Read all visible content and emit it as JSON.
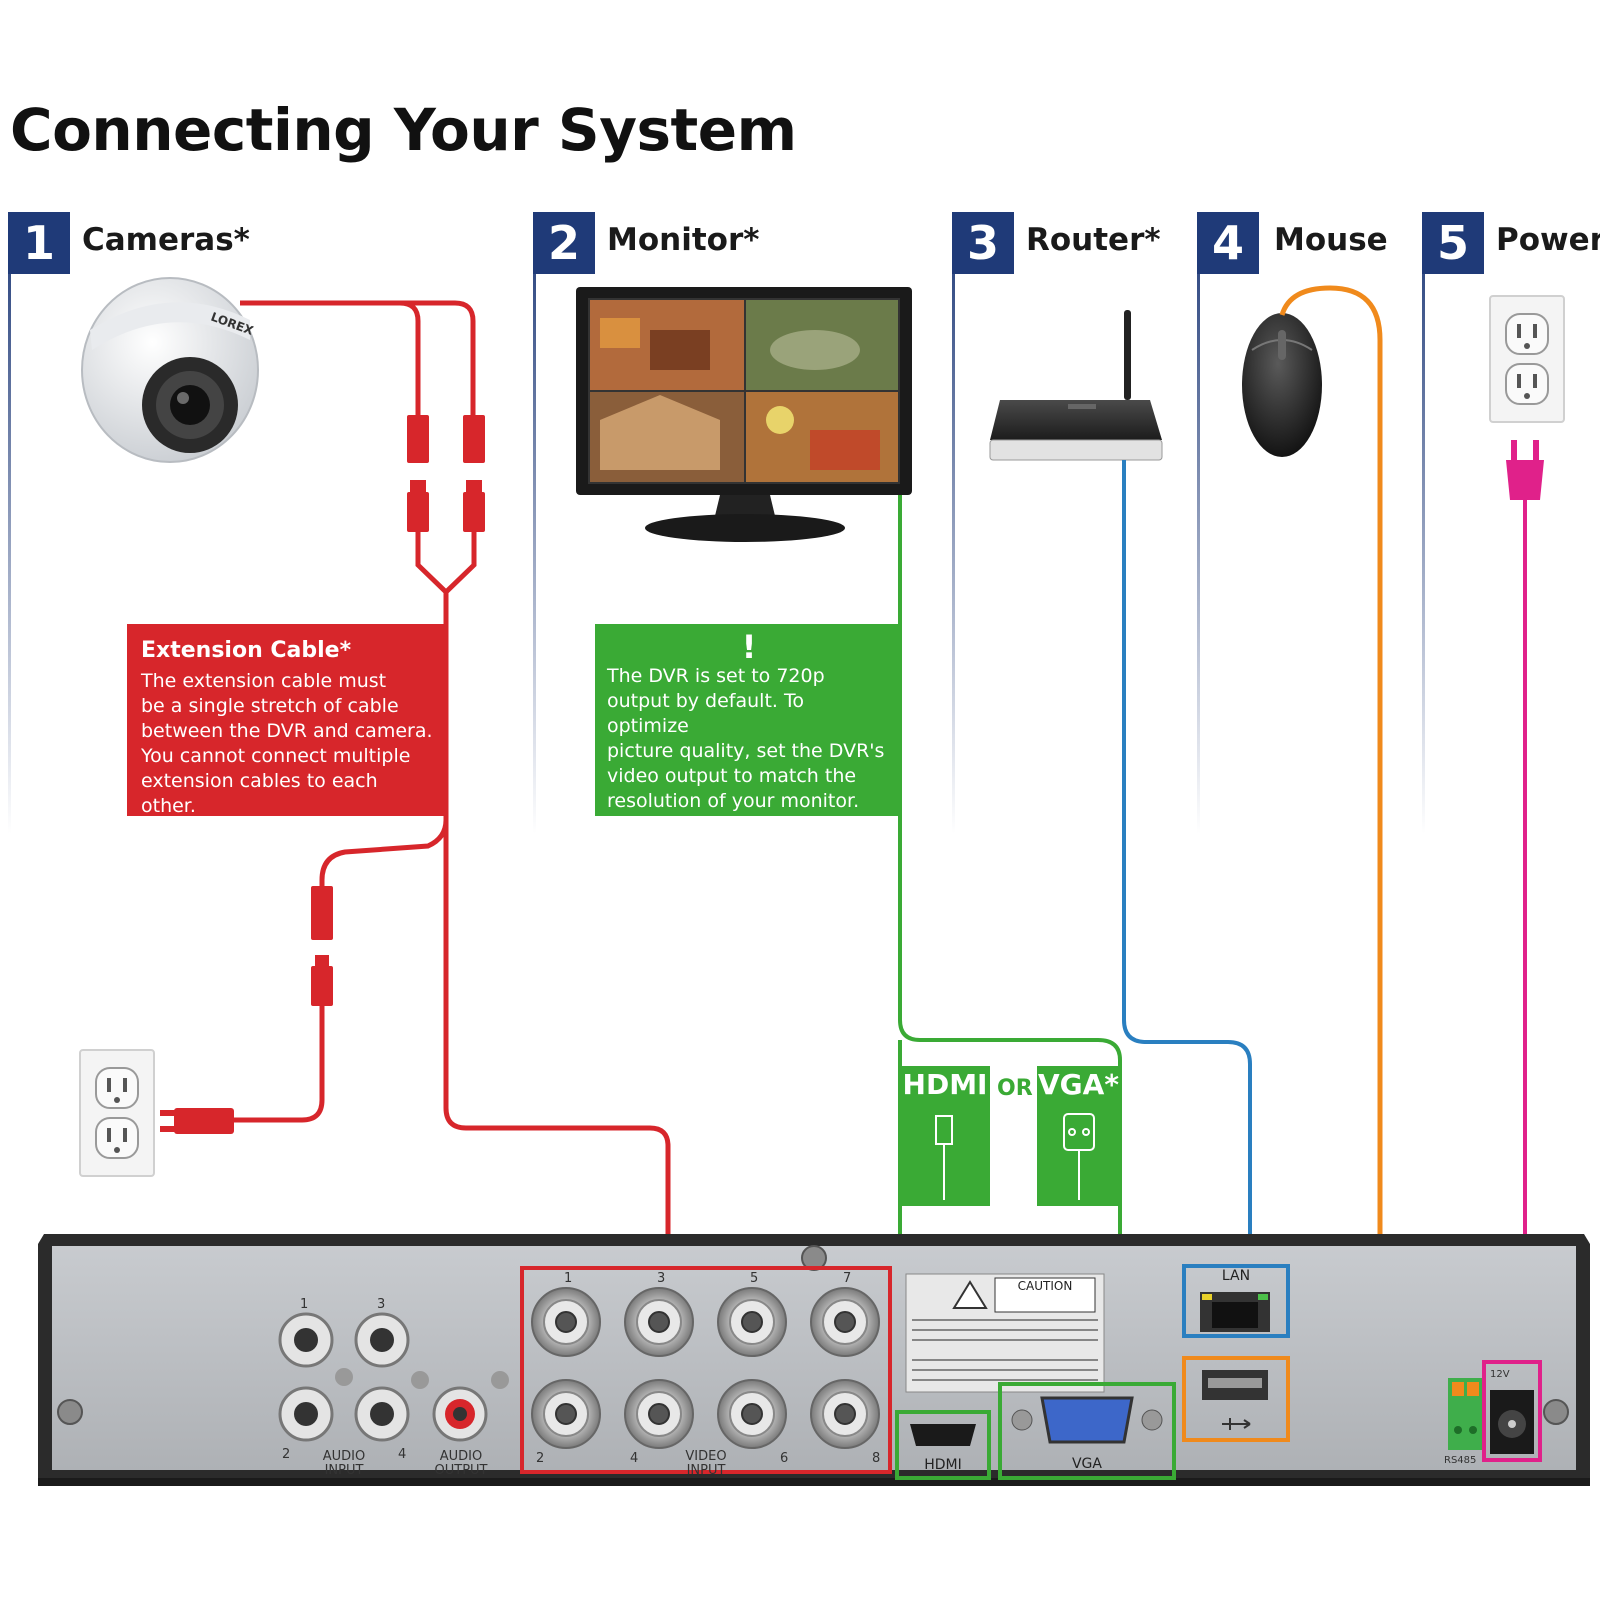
{
  "title": "Connecting Your System",
  "colors": {
    "badge": "#1f3a78",
    "camera_cable": "#d7262b",
    "monitor_cable": "#3aaa35",
    "router_cable": "#2a7fc0",
    "mouse_cable": "#f08a1c",
    "power_cable": "#e0218a",
    "dvr_body": "#2b2b2b",
    "dvr_panel": "#b9bcc0"
  },
  "steps": [
    {
      "number": "1",
      "label": "Cameras*"
    },
    {
      "number": "2",
      "label": "Monitor*"
    },
    {
      "number": "3",
      "label": "Router*"
    },
    {
      "number": "4",
      "label": "Mouse"
    },
    {
      "number": "5",
      "label": "Power"
    }
  ],
  "extension_note": {
    "title": "Extension Cable*",
    "lines": [
      "The extension cable must",
      "be a single stretch of cable",
      "between the DVR and camera.",
      "You cannot connect multiple",
      "extension cables to each other."
    ]
  },
  "monitor_note": {
    "icon": "!",
    "lines": [
      "The DVR is set to 720p",
      "output by default. To optimize",
      "picture quality, set the DVR's",
      "video output to match the",
      "resolution of your monitor."
    ]
  },
  "connectors": {
    "hdmi": "HDMI",
    "or": "OR",
    "vga": "VGA*"
  },
  "camera_brand": "LOREX",
  "dvr_ports": {
    "audio_input": "AUDIO\nINPUT",
    "audio_output": "AUDIO\nOUTPUT",
    "video_input": "VIDEO\nINPUT",
    "hdmi": "HDMI",
    "vga": "VGA",
    "lan": "LAN",
    "rs485": "RS485",
    "dc": "12V",
    "caution": "CAUTION",
    "audio_numbers": [
      "1",
      "3",
      "2",
      "4"
    ],
    "video_numbers_top": [
      "1",
      "3",
      "5",
      "7"
    ],
    "video_numbers_bottom": [
      "2",
      "4",
      "6",
      "8"
    ]
  }
}
